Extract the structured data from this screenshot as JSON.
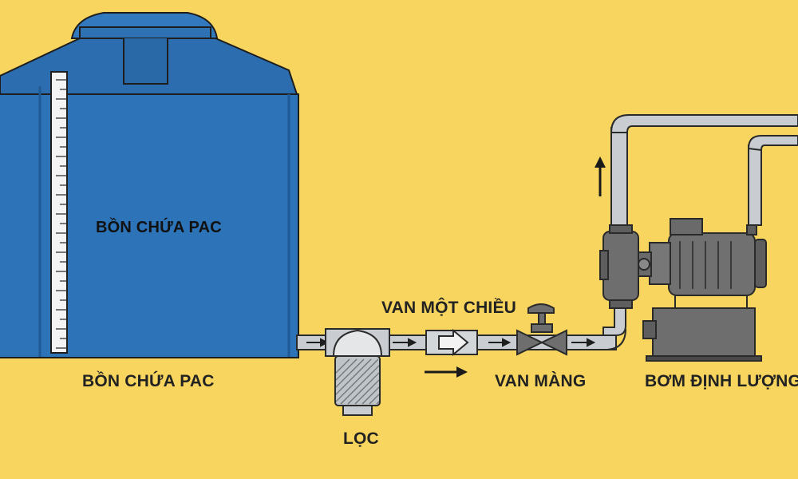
{
  "labels": {
    "tank_inside": "BỒN CHỨA PAC",
    "tank_below": "BỒN CHỨA PAC",
    "filter": "LỌC",
    "check_valve": "VAN MỘT CHIỀU",
    "diaphragm_valve": "VAN MÀNG",
    "dosing_pump": "BƠM ĐỊNH LƯỢNG"
  },
  "colors": {
    "background": "#F7D55E",
    "tank": "#2D73B8",
    "tank_dark": "#1F5A94",
    "pipe": "#C9CDD1",
    "pump": "#6E6E6E",
    "outline": "#2A2A2A"
  }
}
